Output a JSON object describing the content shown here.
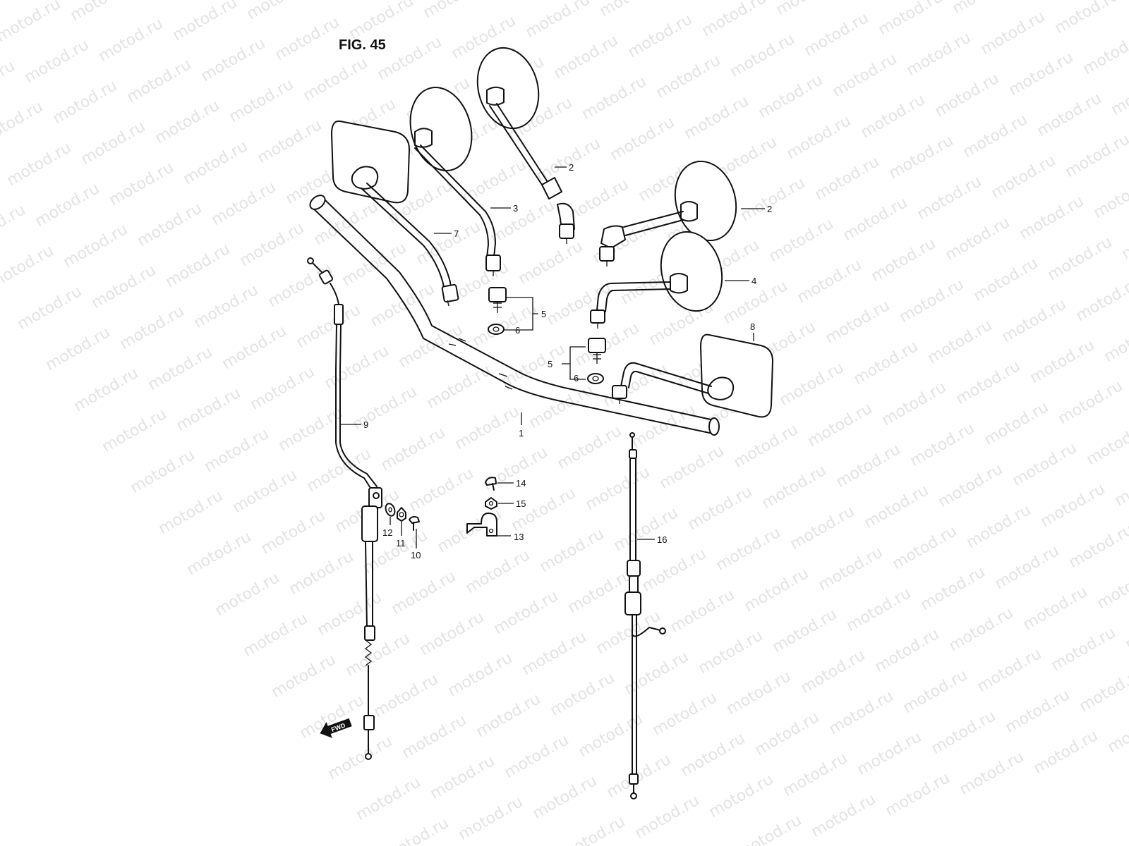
{
  "figure": {
    "title": "FIG. 45"
  },
  "watermark": {
    "text": "motod.ru"
  },
  "callouts": [
    {
      "id": "handlebar",
      "label": "1"
    },
    {
      "id": "mirror-top-rod",
      "label": "2"
    },
    {
      "id": "mirror-right-upper",
      "label": "2"
    },
    {
      "id": "mirror-round-left",
      "label": "3"
    },
    {
      "id": "mirror-round-right",
      "label": "4"
    },
    {
      "id": "adapter-left",
      "label": "5"
    },
    {
      "id": "nut-left",
      "label": "6"
    },
    {
      "id": "adapter-right",
      "label": "5"
    },
    {
      "id": "nut-right",
      "label": "6"
    },
    {
      "id": "mirror-rect-left",
      "label": "7"
    },
    {
      "id": "mirror-rect-right",
      "label": "8"
    },
    {
      "id": "throttle-cable",
      "label": "9"
    },
    {
      "id": "screw",
      "label": "10"
    },
    {
      "id": "lock-washer",
      "label": "11"
    },
    {
      "id": "washer",
      "label": "12"
    },
    {
      "id": "clamp",
      "label": "13"
    },
    {
      "id": "screw-small",
      "label": "14"
    },
    {
      "id": "nut-small",
      "label": "15"
    },
    {
      "id": "clutch-cable",
      "label": "16"
    }
  ],
  "fwd_arrow": {
    "label": "FWD",
    "icon": "fwd-arrow-icon"
  }
}
